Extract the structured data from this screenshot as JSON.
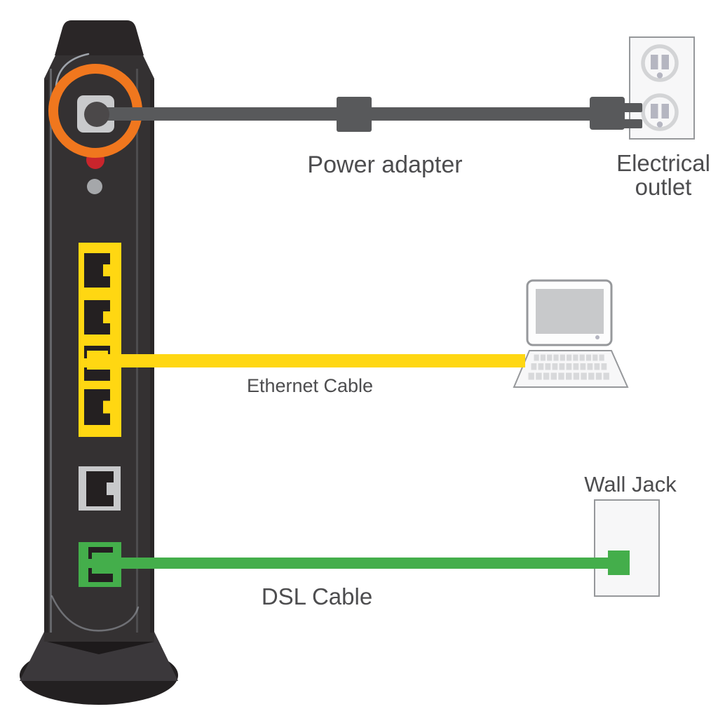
{
  "title": "Modem cable connection diagram",
  "labels": {
    "power_adapter": "Power adapter",
    "electrical_outlet_line1": "Electrical",
    "electrical_outlet_line2": "outlet",
    "ethernet_cable": "Ethernet Cable",
    "wall_jack": "Wall Jack",
    "dsl_cable": "DSL Cable"
  },
  "icons": [
    "modem-router-icon",
    "power-port-icon",
    "highlight-circle-icon",
    "power-led-icon",
    "status-light-icon",
    "ethernet-ports-panel-icon",
    "lan-port-icon",
    "dsl-port-icon",
    "power-cable-icon",
    "power-adapter-brick-icon",
    "power-plug-icon",
    "electrical-outlet-icon",
    "laptop-icon",
    "ethernet-cable-icon",
    "dsl-cable-icon",
    "wall-jack-icon"
  ],
  "colors": {
    "background": "#ffffff",
    "modem_body": "#343132",
    "modem_cap": "#2a2627",
    "modem_edge": "#2a2728",
    "base_flare": "#3b383b",
    "base_dark": "#232021",
    "base_shadow": "#1d1a1b",
    "pinstripe": "#6f7074",
    "gloss": "#aab0b8",
    "ring_orange": "#f0771e",
    "power_port_plate": "#c9cacc",
    "power_plug_dark": "#4b4849",
    "led_red": "#c9252c",
    "status_gray": "#a5a7aa",
    "cable_gray": "#58595b",
    "ethernet_yellow": "#ffd712",
    "port_dark": "#242021",
    "lan_plate": "#c8c9cb",
    "dsl_green": "#44ae4b",
    "device_fill": "#f7f7f8",
    "device_stroke": "#96989b",
    "screen_gray": "#c8c9cb",
    "slot_gray": "#b5b6c1",
    "outlet_ring": "#d3d4d6",
    "key_gray": "#d8d9db",
    "label_text": "#4d4d4f"
  }
}
